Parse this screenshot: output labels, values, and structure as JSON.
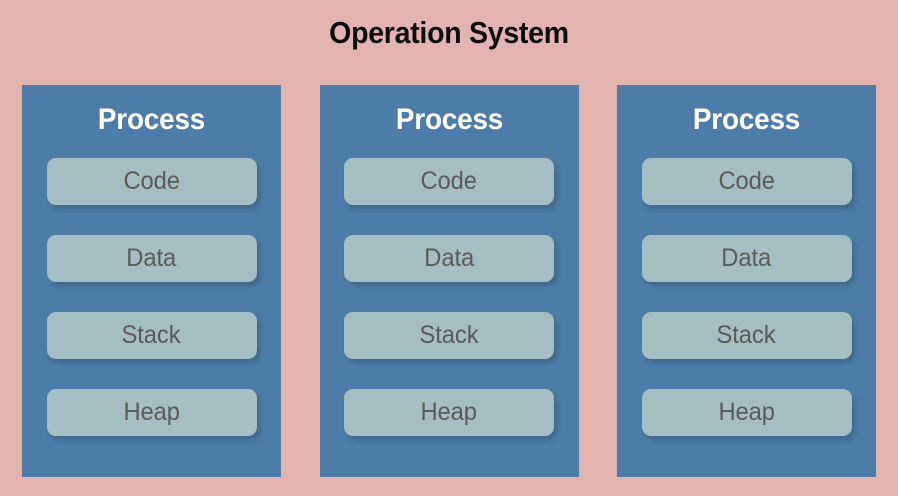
{
  "diagram": {
    "title": "Operation System",
    "background_color": "#e3b3b0",
    "process_color": "#4d7ca8",
    "segment_color": "#a4bec3",
    "title_color": "#0d0d0d",
    "process_header_color": "#ffffff",
    "segment_label_color": "#5a5a58",
    "processes": [
      {
        "header": "Process",
        "segments": [
          {
            "label": "Code"
          },
          {
            "label": "Data"
          },
          {
            "label": "Stack"
          },
          {
            "label": "Heap"
          }
        ]
      },
      {
        "header": "Process",
        "segments": [
          {
            "label": "Code"
          },
          {
            "label": "Data"
          },
          {
            "label": "Stack"
          },
          {
            "label": "Heap"
          }
        ]
      },
      {
        "header": "Process",
        "segments": [
          {
            "label": "Code"
          },
          {
            "label": "Data"
          },
          {
            "label": "Stack"
          },
          {
            "label": "Heap"
          }
        ]
      }
    ]
  }
}
